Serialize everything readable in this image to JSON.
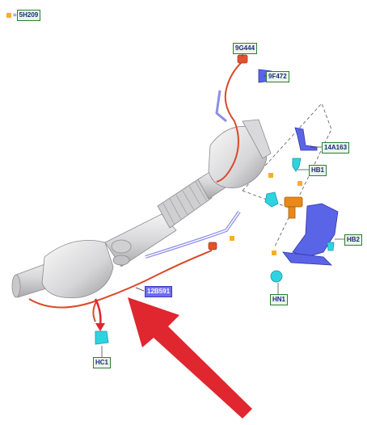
{
  "legend": {
    "marker_color": "#f5b025",
    "equals": "=",
    "code": "5H209"
  },
  "callouts": {
    "c9G444": "9G444",
    "c9F472": "9F472",
    "c14A163": "14A163",
    "cHB1": "HB1",
    "cHB2": "HB2",
    "cHN1": "HN1",
    "c12B591": "12B591",
    "cHC1": "HC1"
  },
  "colors": {
    "harness": "#d94a2a",
    "part_blue": "#5a64e6",
    "part_cyan": "#2ed3e0",
    "part_orange": "#e88a1a",
    "marker": "#f5b025",
    "arrow": "#e0262e",
    "pipe_light": "#e9e9ea",
    "pipe_dark": "#b9b9bb",
    "tag_border": "#2e7d32"
  }
}
